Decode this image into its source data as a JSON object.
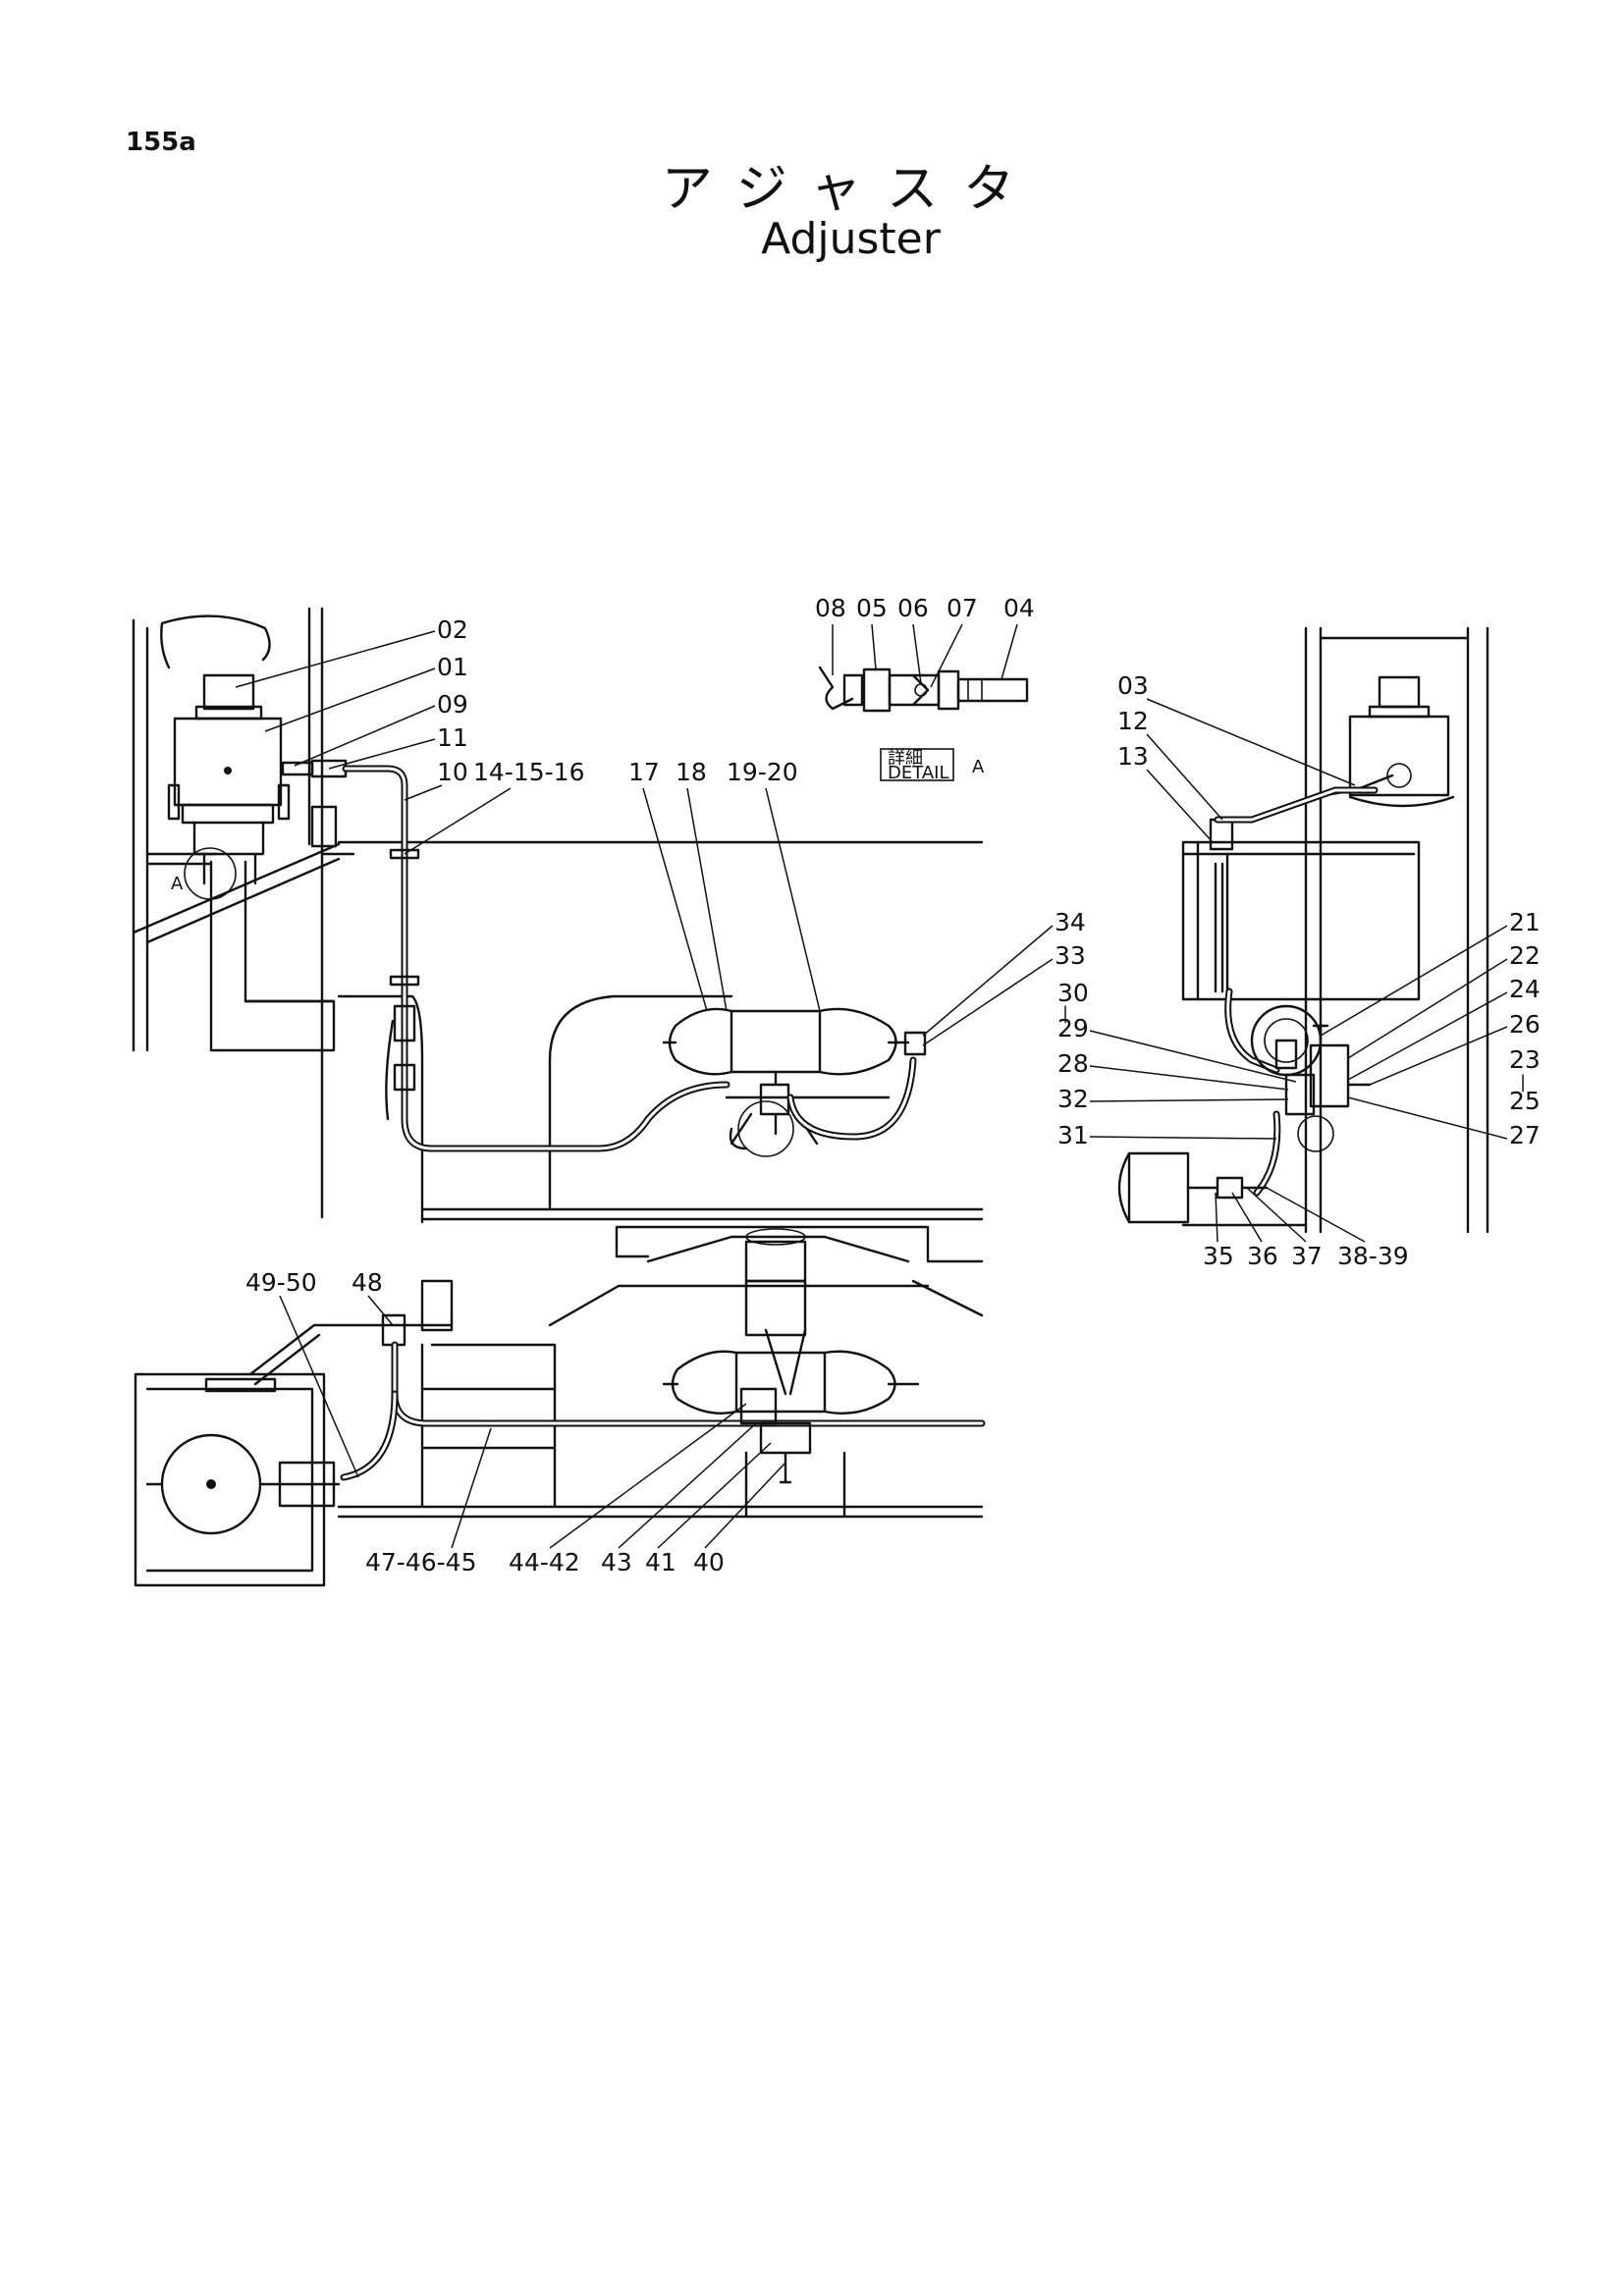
{
  "page_number": "155a",
  "title_jp": "アジャスタ",
  "title_en": "Adjuster",
  "detail_label_jp": "詳細",
  "detail_label_en": "DETAIL",
  "detail_label_letter": "A",
  "view_marker": "A",
  "callouts": {
    "detail": [
      "08",
      "05",
      "06",
      "07",
      "04"
    ],
    "left_top": [
      "02",
      "01",
      "09",
      "11",
      "10",
      "14-15-16",
      "17",
      "18",
      "19-20"
    ],
    "center_right": [
      "34",
      "33"
    ],
    "right_top": [
      "03",
      "12",
      "13"
    ],
    "right_mid_left": [
      "30",
      "29",
      "28",
      "32",
      "31"
    ],
    "right_mid_right": [
      "21",
      "22",
      "24",
      "26",
      "23",
      "25",
      "27"
    ],
    "right_bottom": [
      "35",
      "36",
      "37",
      "38-39"
    ],
    "bottom_top": [
      "49-50",
      "48"
    ],
    "bottom": [
      "47-46-45",
      "44-42",
      "43",
      "41",
      "40"
    ]
  }
}
